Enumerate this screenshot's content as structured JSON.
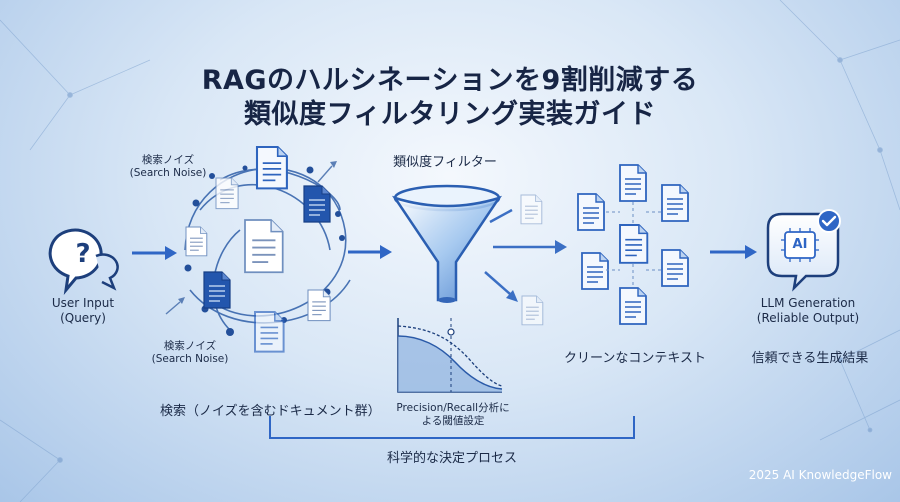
{
  "title": {
    "line1": "RAGのハルシネーションを9割削減する",
    "line2": "類似度フィルタリング実装ガイド"
  },
  "input": {
    "label_line1": "User Input",
    "label_line2": "(Query)",
    "icon": "question-bubble-icon"
  },
  "noise": {
    "top_line1": "検索ノイズ",
    "top_line2": "(Search Noise)",
    "bottom_line1": "検索ノイズ",
    "bottom_line2": "(Search Noise)",
    "caption": "検索（ノイズを含むドキュメント群）"
  },
  "filter": {
    "label": "類似度フィルター",
    "icon": "funnel-icon",
    "chart_caption_line1": "Precision/Recall分析に",
    "chart_caption_line2": "よる閾値設定"
  },
  "context": {
    "label": "クリーンなコンテキスト"
  },
  "output": {
    "label_line1": "LLM Generation",
    "label_line2": "(Reliable Output)",
    "caption": "信頼できる生成結果",
    "chip_text": "AI"
  },
  "process": {
    "label": "科学的な決定プロセス"
  },
  "footer": {
    "brand": "2025 AI KnowledgeFlow"
  },
  "colors": {
    "accent": "#2f66c5",
    "dark_doc": "#214f9e",
    "text": "#172545"
  }
}
